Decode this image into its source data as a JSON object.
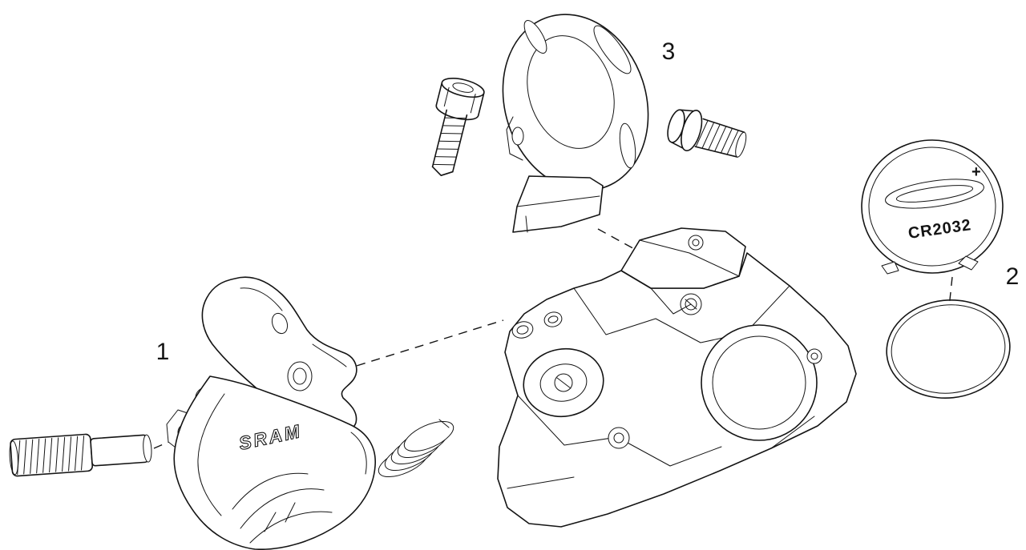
{
  "diagram": {
    "type": "exploded-parts-diagram",
    "labels": {
      "part1": "1",
      "part2": "2",
      "part3": "3"
    },
    "battery": {
      "model": "CR2032",
      "polarity": "+"
    },
    "brand": "SRAM"
  },
  "colors": {
    "line": "#141414",
    "background": "#ffffff"
  }
}
